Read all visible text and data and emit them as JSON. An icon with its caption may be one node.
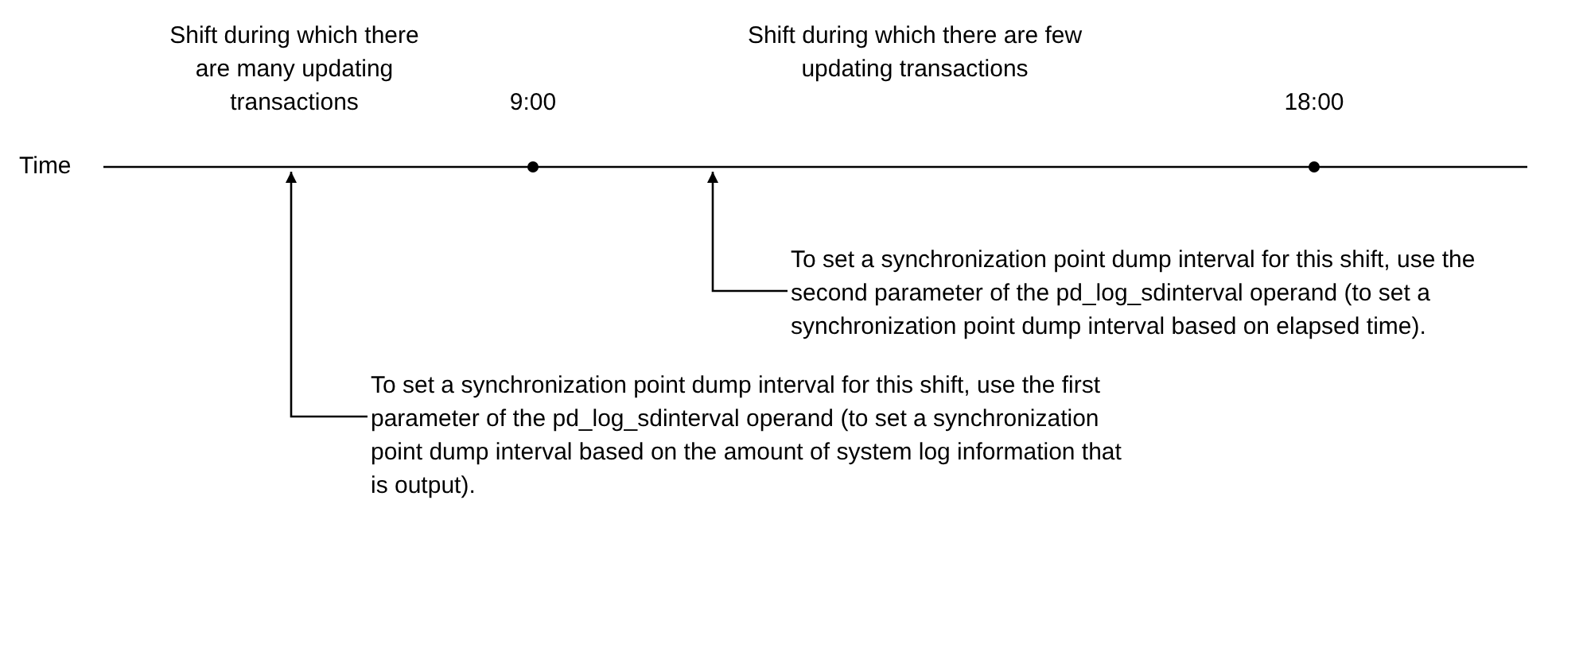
{
  "diagram": {
    "nodes": [
      {
        "text": [
          "To set a synchronization point dump interval for this shift, use the second parameter of the pd_log_sdinterval operand (to set a synchronization point dump interval based on elapsed time)."
        ]
      },
      {
        "text": [
          "To set a synchronization point dump interval for this shift, use the first parameter of the pd_log_sdinterval operand (to set a synchronization point dump interval based on the amount of system log information that is output)."
        ]
      }
    ],
    "edges": [
      {
        "from": 0,
        "to": null,
        "arrow": "to"
      },
      {
        "from": 1,
        "to": null,
        "arrow": "to"
      }
    ],
    "labels": [
      "Shift during which there are many updating transactions",
      "9:00",
      "Shift during which there are few updating transactions",
      "18:00",
      "Time"
    ]
  }
}
